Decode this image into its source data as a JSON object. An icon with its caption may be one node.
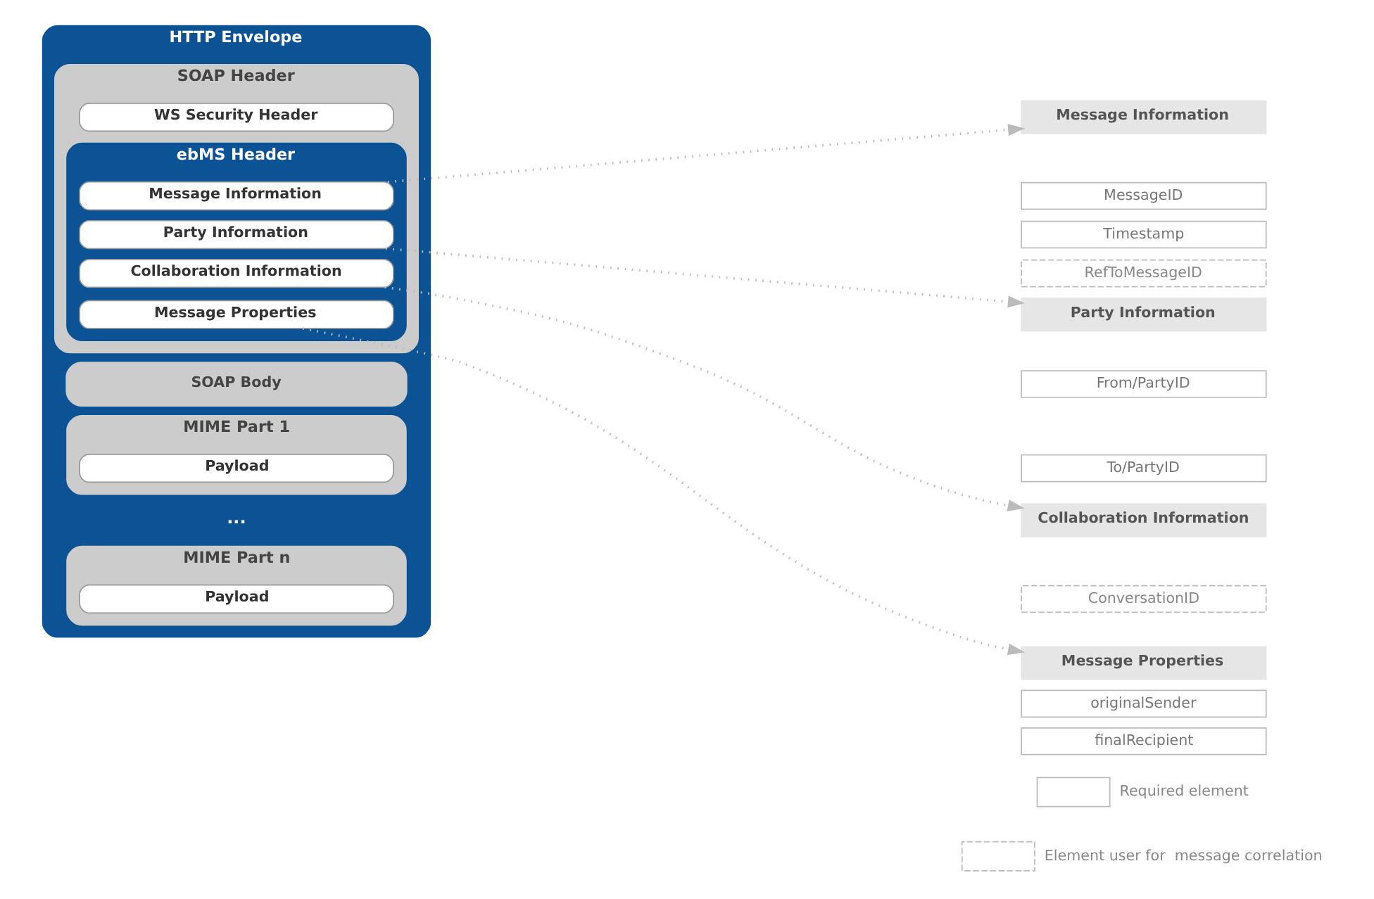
{
  "diagram": {
    "nodes": [
      {
        "text": [
          "HTTP Envelope"
        ]
      },
      {
        "text": [
          "SOAP Header"
        ],
        "in": 0
      },
      {
        "text": [
          "WS Security Header"
        ],
        "in": 1
      },
      {
        "text": [
          "ebMS Header"
        ],
        "in": 1
      },
      {
        "text": [
          "Message Information"
        ],
        "in": 3
      },
      {
        "text": [
          "Party Information"
        ],
        "in": 3
      },
      {
        "text": [
          "Collaboration Information"
        ],
        "in": 3
      },
      {
        "text": [
          "Message Properties"
        ],
        "in": 3
      },
      {
        "text": [
          "SOAP Body"
        ],
        "in": 0
      },
      {
        "text": [
          "MIME Part 1"
        ],
        "in": 0
      },
      {
        "text": [
          "Payload"
        ],
        "in": 9
      },
      {
        "text": [
          "MIME Part n"
        ],
        "in": 0
      },
      {
        "text": [
          "Payload"
        ],
        "in": 11
      },
      {
        "text": [
          "Message Information"
        ]
      },
      {
        "text": [
          "MessageID"
        ]
      },
      {
        "text": [
          "Timestamp"
        ]
      },
      {
        "text": [
          "RefToMessageID"
        ]
      },
      {
        "text": [
          "Party Information"
        ]
      },
      {
        "text": [
          "From/PartyID"
        ]
      },
      {
        "text": [
          "To/PartyID"
        ]
      },
      {
        "text": [
          "Collaboration Information"
        ]
      },
      {
        "text": [
          "ConversationID"
        ]
      },
      {
        "text": [
          "Message Properties"
        ]
      },
      {
        "text": [
          "originalSender"
        ]
      },
      {
        "text": [
          "finalRecipient"
        ]
      }
    ],
    "edges": [
      {
        "from": 4,
        "to": 13,
        "arrow": "to"
      },
      {
        "from": 5,
        "to": 17,
        "arrow": "to"
      },
      {
        "from": 6,
        "to": 20,
        "arrow": "to"
      },
      {
        "from": 7,
        "to": 22,
        "arrow": "to"
      }
    ],
    "labels": [
      "..."
    ],
    "legend": [
      {
        "text": "Required element"
      },
      {
        "text": "Element user for  message correlation"
      }
    ]
  }
}
